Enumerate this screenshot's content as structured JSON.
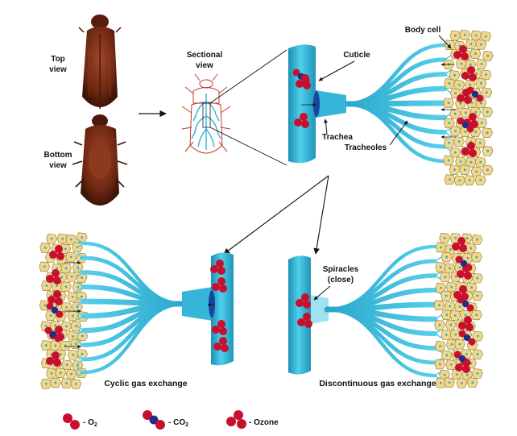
{
  "labels": {
    "top_view": [
      "Top",
      "view"
    ],
    "bottom_view": [
      "Bottom",
      "view"
    ],
    "sectional_view": [
      "Sectional",
      "view"
    ],
    "cuticle": "Cuticle",
    "body_cell": "Body cell",
    "trachea": "Trachea",
    "tracheoles": "Tracheoles",
    "spiracles": [
      "Spiracles",
      "(close)"
    ],
    "cyclic": "Cyclic gas exchange",
    "discontinuous": "Discontinuous gas exchange"
  },
  "legend": [
    {
      "label": "- O",
      "sub": "2",
      "kind": "o2"
    },
    {
      "label": "- CO",
      "sub": "2",
      "kind": "co2"
    },
    {
      "label": "- Ozone",
      "sub": "",
      "kind": "ozone"
    }
  ],
  "colors": {
    "trachea": "#3bbfdc",
    "trachea_dark": "#1d8fb2",
    "cell_fill": "#f1d78a",
    "cell_stroke": "#8a7a3a",
    "oxygen_red": "#c8102e",
    "carbon_blue": "#1f2e8a",
    "beetle": "#7a2e16"
  }
}
